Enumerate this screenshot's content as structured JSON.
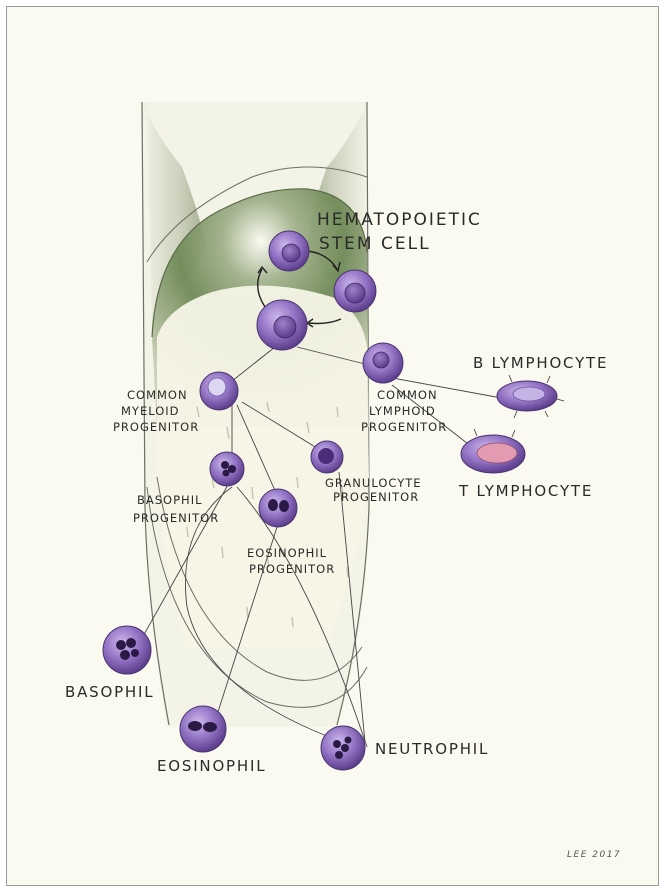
{
  "labels": {
    "hsc_line1": "HEMATOPOIETIC",
    "hsc_line2": "STEM CELL",
    "cmp_line1": "COMMON",
    "cmp_line2": "MYELOID",
    "cmp_line3": "PROGENITOR",
    "clp_line1": "COMMON",
    "clp_line2": "LYMPHOID",
    "clp_line3": "PROGENITOR",
    "b_lymphocyte": "B LYMPHOCYTE",
    "t_lymphocyte": "T LYMPHOCYTE",
    "granulocyte_line1": "GRANULOCYTE",
    "granulocyte_line2": "PROGENITOR",
    "basophil_prog_line1": "BASOPHIL",
    "basophil_prog_line2": "PROGENITOR",
    "eosinophil_prog_line1": "EOSINOPHIL",
    "eosinophil_prog_line2": "PROGENITOR",
    "basophil": "BASOPHIL",
    "eosinophil": "EOSINOPHIL",
    "neutrophil": "NEUTROPHIL"
  },
  "signature": "LEE 2017",
  "colors": {
    "paper": "#fbfaf1",
    "bone_shade": "#8f9a79",
    "marrow_cavity": "#5f7d49",
    "cell_purple": "#8d68be",
    "cell_nucleus": "#4a2d79",
    "t_cell_center": "#e49ab0",
    "b_cell_center": "#b9a5dd"
  }
}
